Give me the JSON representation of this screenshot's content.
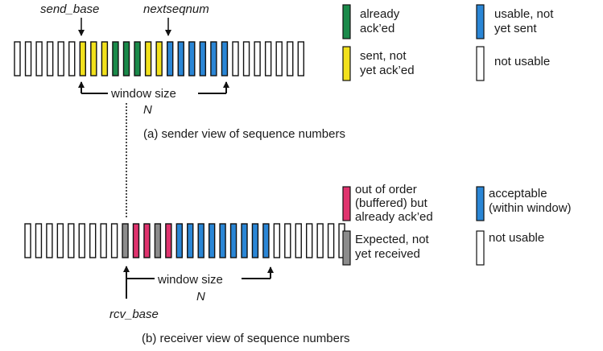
{
  "colors": {
    "not_usable": "#ffffff",
    "acked": "#1a8a4a",
    "sent_not_acked": "#f2e11c",
    "usable": "#2a86d6",
    "buffered": "#e0336e",
    "expected": "#8c8c8c",
    "outline": "#111111"
  },
  "sender": {
    "send_base_label": "send_base",
    "nextseqnum_label": "nextseqnum",
    "window_label": "window size",
    "window_n": "N",
    "caption": "(a) sender view of sequence numbers",
    "cells": [
      "not_usable",
      "not_usable",
      "not_usable",
      "not_usable",
      "not_usable",
      "not_usable",
      "sent_not_acked",
      "sent_not_acked",
      "sent_not_acked",
      "acked",
      "acked",
      "acked",
      "sent_not_acked",
      "sent_not_acked",
      "usable",
      "usable",
      "usable",
      "usable",
      "usable",
      "usable",
      "not_usable",
      "not_usable",
      "not_usable",
      "not_usable",
      "not_usable",
      "not_usable",
      "not_usable"
    ]
  },
  "sender_legend": [
    {
      "color": "acked",
      "line1": "already",
      "line2": "ack’ed"
    },
    {
      "color": "usable",
      "line1": "usable, not",
      "line2": "yet sent"
    },
    {
      "color": "sent_not_acked",
      "line1": "sent, not",
      "line2": "yet ack’ed"
    },
    {
      "color": "not_usable",
      "line1": "not usable",
      "line2": ""
    }
  ],
  "receiver": {
    "rcv_base_label": "rcv_base",
    "window_label": "window size",
    "window_n": "N",
    "caption": "(b) receiver view of sequence numbers",
    "cells": [
      "not_usable",
      "not_usable",
      "not_usable",
      "not_usable",
      "not_usable",
      "not_usable",
      "not_usable",
      "not_usable",
      "not_usable",
      "expected",
      "buffered",
      "buffered",
      "expected",
      "buffered",
      "usable",
      "usable",
      "usable",
      "usable",
      "usable",
      "usable",
      "usable",
      "usable",
      "usable",
      "not_usable",
      "not_usable",
      "not_usable",
      "not_usable",
      "not_usable",
      "not_usable",
      "not_usable"
    ]
  },
  "receiver_legend": [
    {
      "color": "buffered",
      "line1": "out of order",
      "line2": "(buffered) but",
      "line3": "already ack’ed"
    },
    {
      "color": "usable",
      "line1": "acceptable",
      "line2": "(within window)",
      "line3": ""
    },
    {
      "color": "expected",
      "line1": "Expected,  not",
      "line2": "yet received",
      "line3": ""
    },
    {
      "color": "not_usable",
      "line1": "not usable",
      "line2": "",
      "line3": ""
    }
  ]
}
